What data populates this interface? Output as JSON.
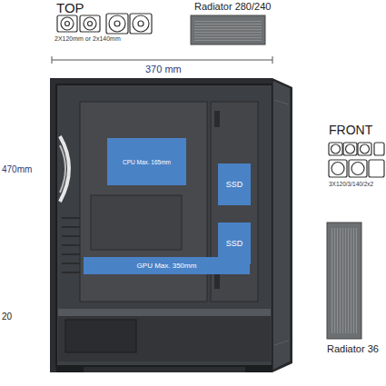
{
  "diagram": {
    "nodes": [
      {
        "text": [
          "CPU Max. 165mm"
        ]
      },
      {
        "text": [
          "SSD"
        ]
      },
      {
        "text": [
          "SSD"
        ]
      },
      {
        "text": [
          "GPU Max. 350mm"
        ]
      }
    ],
    "labels": [
      "TOP",
      "2X120mm or 2x140mm",
      "Radiator 280/240",
      "370 mm",
      "470mm",
      "FRONT",
      "3X120/3/140/2x2",
      "Radiator 36",
      "20"
    ]
  }
}
